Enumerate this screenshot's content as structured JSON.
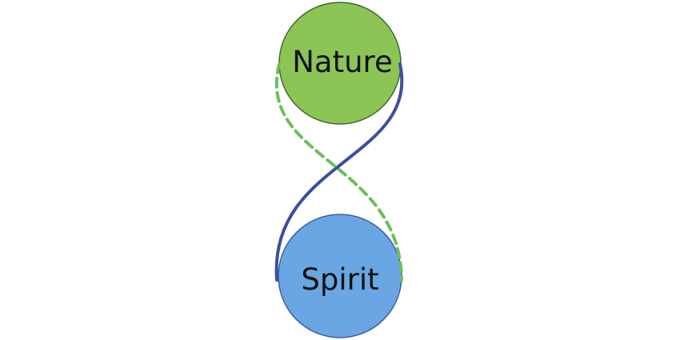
{
  "diagram": {
    "nodes": [
      {
        "id": "nature",
        "label": "Nature",
        "fill": "#8dc456",
        "stroke": "#3a6a2a"
      },
      {
        "id": "spirit",
        "label": "Spirit",
        "fill": "#6aa6e3",
        "stroke": "#3c5f9c"
      }
    ],
    "connectors": [
      {
        "from": "nature",
        "to": "spirit",
        "style": "solid",
        "color": "#3c4f9c"
      },
      {
        "from": "nature",
        "to": "spirit",
        "style": "dashed",
        "color": "#6cbf58"
      }
    ],
    "background": "#ffffff"
  }
}
